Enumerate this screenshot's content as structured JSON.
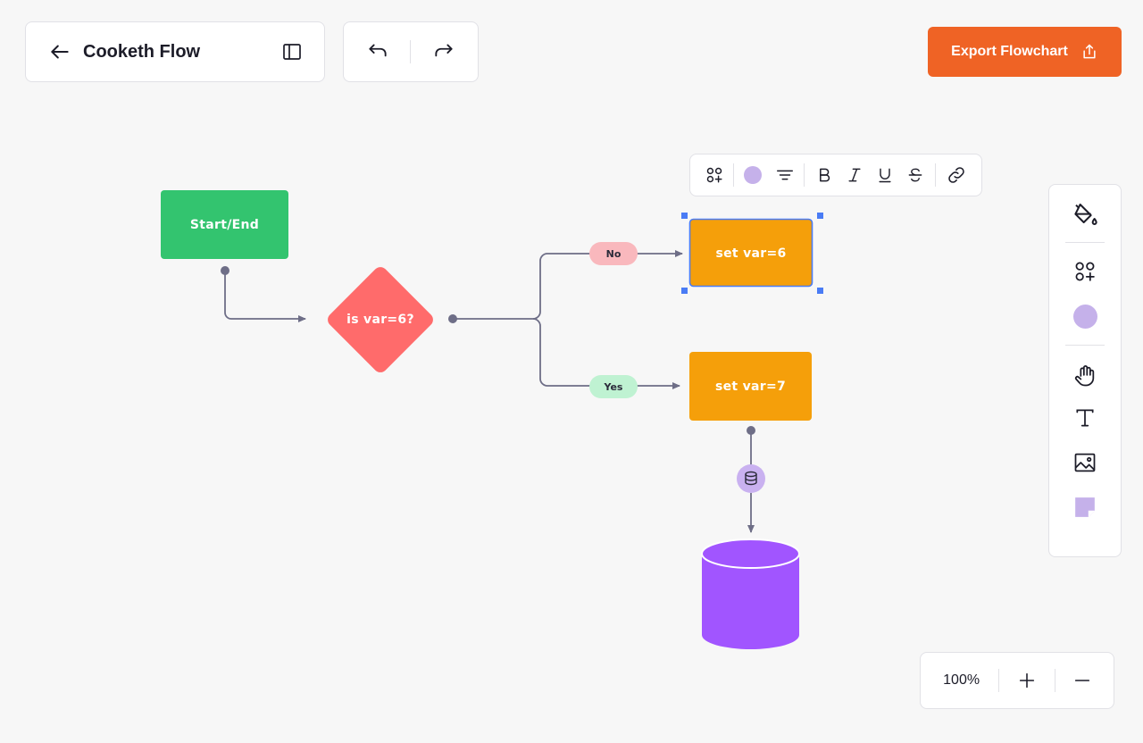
{
  "header": {
    "title": "Cooketh Flow",
    "export_label": "Export Flowchart"
  },
  "colors": {
    "accent": "#ef6325",
    "start_end": "#33c46f",
    "decision": "#ff6b6b",
    "process": "#f59f0a",
    "database": "#a155ff",
    "connector": "#6e6e87",
    "selection": "#4a7cf5",
    "pill_no": "#f9b8bd",
    "pill_yes": "#bff2d2",
    "swatch": "#c5b1ea"
  },
  "flowchart": {
    "start": "Start/End",
    "decision": "is var=6?",
    "branch_no": "No",
    "branch_yes": "Yes",
    "process_no": "set var=6",
    "process_yes": "set var=7"
  },
  "format_toolbar": {
    "tools": [
      "shapes-icon",
      "color-swatch",
      "text-align-icon",
      "bold-icon",
      "italic-icon",
      "underline-icon",
      "strikethrough-icon",
      "link-icon"
    ]
  },
  "right_toolbar": {
    "tools": [
      "fill-bucket-icon",
      "add-shapes-icon",
      "color-swatch",
      "hand-icon",
      "text-tool-icon",
      "image-icon",
      "sticky-note-icon"
    ]
  },
  "zoom": {
    "level": "100%"
  }
}
